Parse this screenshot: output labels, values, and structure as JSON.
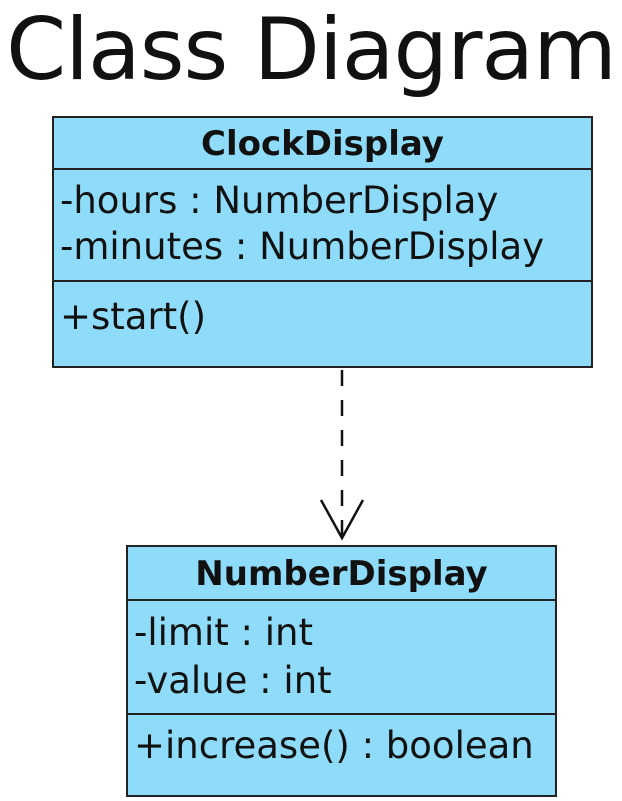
{
  "title": "Class Diagram",
  "classes": {
    "clock_display": {
      "name": "ClockDisplay",
      "attributes": [
        "-hours : NumberDisplay",
        "-minutes : NumberDisplay"
      ],
      "operations": [
        "+start()"
      ]
    },
    "number_display": {
      "name": "NumberDisplay",
      "attributes": [
        "-limit : int",
        "-value : int"
      ],
      "operations": [
        "+increase() : boolean"
      ]
    }
  },
  "relationship": {
    "type": "dependency",
    "from": "ClockDisplay",
    "to": "NumberDisplay"
  },
  "colors": {
    "class_fill": "#8edcf9",
    "border": "#222222",
    "text": "#111111",
    "background": "#ffffff"
  }
}
